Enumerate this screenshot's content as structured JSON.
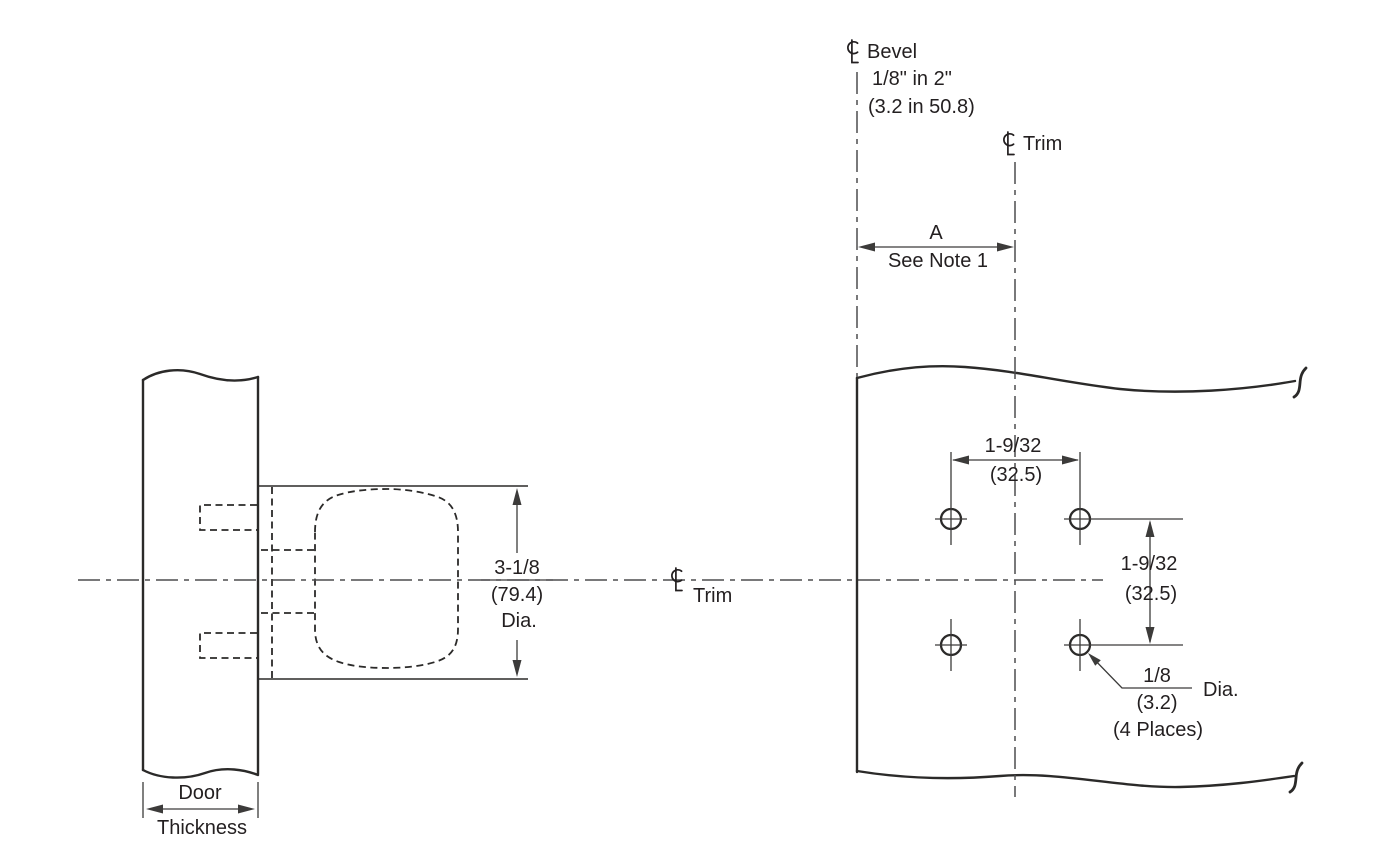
{
  "colors": {
    "line_dark": "#2b2a29",
    "line_gray": "#4d4d4f",
    "text_color": "#231f20",
    "background": "#ffffff"
  },
  "left_view": {
    "knob_dia_dimension": {
      "fraction": "3-1/8",
      "metric": "(79.4)",
      "suffix": "Dia."
    },
    "door_thickness_dimension": {
      "line1": "Door",
      "line2": "Thickness"
    }
  },
  "center": {
    "trim_centerline_label": "Trim"
  },
  "right_view": {
    "bevel_centerline": {
      "label": "Bevel",
      "line1": "1/8\" in 2\"",
      "line2": "(3.2 in 50.8)"
    },
    "trim_centerline": {
      "label": "Trim"
    },
    "dim_a": {
      "label": "A",
      "note": "See Note 1"
    },
    "dim_horizontal": {
      "fraction": "1-9/32",
      "metric": "(32.5)"
    },
    "dim_vertical": {
      "fraction": "1-9/32",
      "metric": "(32.5)"
    },
    "hole_callout": {
      "fraction": "1/8",
      "metric": "(3.2)",
      "suffix": "Dia.",
      "places": "(4 Places)"
    }
  }
}
